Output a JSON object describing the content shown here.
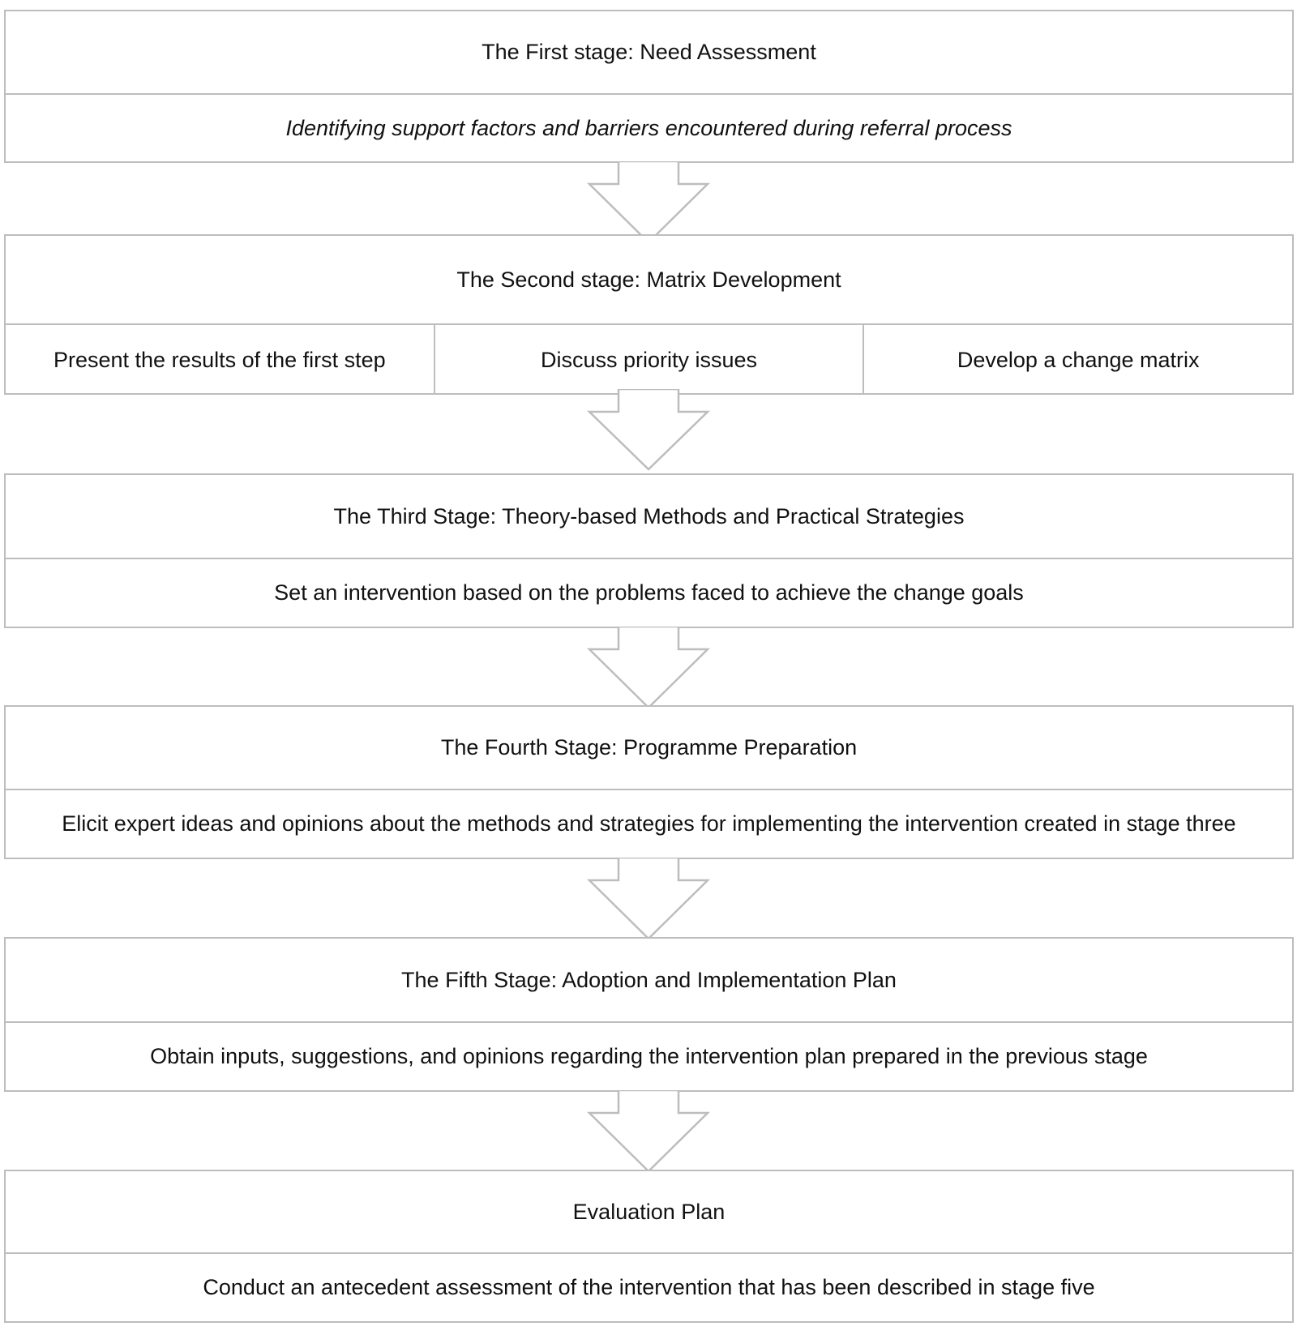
{
  "stages": [
    {
      "title": "The First stage: Need Assessment",
      "description": "Identifying support factors and barriers encountered during referral process"
    },
    {
      "title": "The Second stage: Matrix Development",
      "steps": [
        "Present the results of the first step",
        "Discuss priority issues",
        "Develop a change matrix"
      ]
    },
    {
      "title": "The Third Stage: Theory-based Methods and Practical Strategies",
      "description": "Set an intervention based on the problems faced to achieve the change goals"
    },
    {
      "title": "The Fourth Stage: Programme Preparation",
      "description": "Elicit expert ideas and opinions about the methods and strategies for implementing the intervention created in stage three"
    },
    {
      "title": "The Fifth Stage: Adoption and Implementation Plan",
      "description": "Obtain inputs, suggestions, and opinions regarding the intervention plan prepared in the previous stage"
    },
    {
      "title": "Evaluation Plan",
      "description": "Conduct an antecedent assessment of the intervention that has been described in stage five"
    }
  ],
  "colors": {
    "border": "#bdbdbd",
    "text": "#111111",
    "background": "#ffffff"
  }
}
